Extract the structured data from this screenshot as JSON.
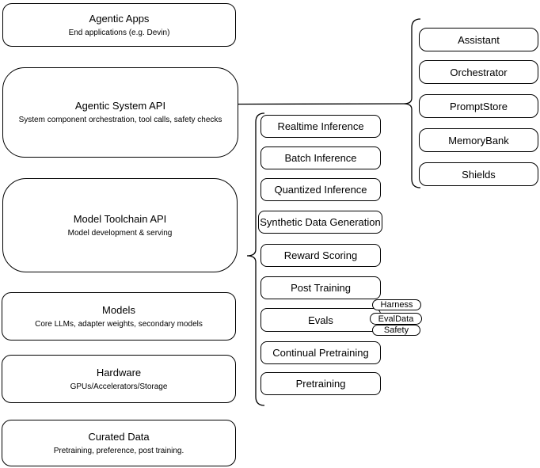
{
  "diagram": {
    "left_stack": [
      {
        "title": "Agentic Apps",
        "subtitle": "End applications (e.g. Devin)"
      },
      {
        "title": "Agentic System API",
        "subtitle": "System component orchestration, tool calls, safety checks"
      },
      {
        "title": "Model Toolchain API",
        "subtitle": "Model development & serving"
      },
      {
        "title": "Models",
        "subtitle": "Core LLMs, adapter weights, secondary models"
      },
      {
        "title": "Hardware",
        "subtitle": "GPUs/Accelerators/Storage"
      },
      {
        "title": "Curated Data",
        "subtitle": "Pretraining, preference, post training."
      }
    ],
    "toolchain_items": [
      "Realtime Inference",
      "Batch Inference",
      "Quantized Inference",
      "Synthetic Data Generation",
      "Reward Scoring",
      "Post Training",
      "Evals",
      "Continual Pretraining",
      "Pretraining"
    ],
    "evals_tags": [
      "Harness",
      "EvalData",
      "Safety"
    ],
    "agentic_components": [
      "Assistant",
      "Orchestrator",
      "PromptStore",
      "MemoryBank",
      "Shields"
    ],
    "colors": {
      "stroke": "#000000",
      "fill": "#ffffff",
      "text": "#000000",
      "bg": "#ffffff"
    }
  }
}
